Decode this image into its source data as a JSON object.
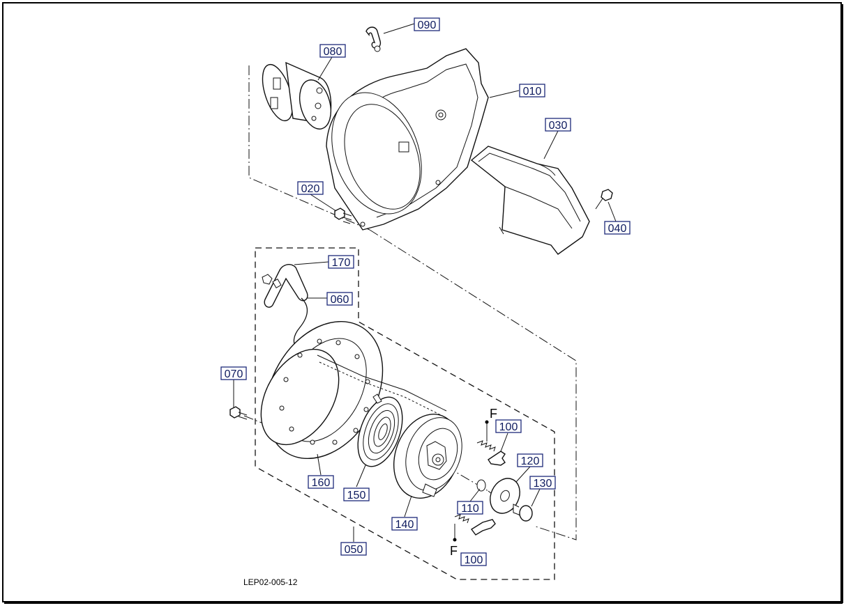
{
  "diagram": {
    "code": "LEP02-005-12",
    "callouts": [
      {
        "id": "010",
        "label": "010"
      },
      {
        "id": "020",
        "label": "020"
      },
      {
        "id": "030",
        "label": "030"
      },
      {
        "id": "040",
        "label": "040"
      },
      {
        "id": "050",
        "label": "050"
      },
      {
        "id": "060",
        "label": "060"
      },
      {
        "id": "070",
        "label": "070"
      },
      {
        "id": "080",
        "label": "080"
      },
      {
        "id": "090",
        "label": "090"
      },
      {
        "id": "100a",
        "label": "100"
      },
      {
        "id": "100b",
        "label": "100"
      },
      {
        "id": "110",
        "label": "110"
      },
      {
        "id": "120",
        "label": "120"
      },
      {
        "id": "130",
        "label": "130"
      },
      {
        "id": "140",
        "label": "140"
      },
      {
        "id": "150",
        "label": "150"
      },
      {
        "id": "160",
        "label": "160"
      },
      {
        "id": "170",
        "label": "170"
      }
    ],
    "markers": [
      {
        "id": "f-top",
        "label": "F"
      },
      {
        "id": "f-bottom",
        "label": "F"
      }
    ]
  }
}
